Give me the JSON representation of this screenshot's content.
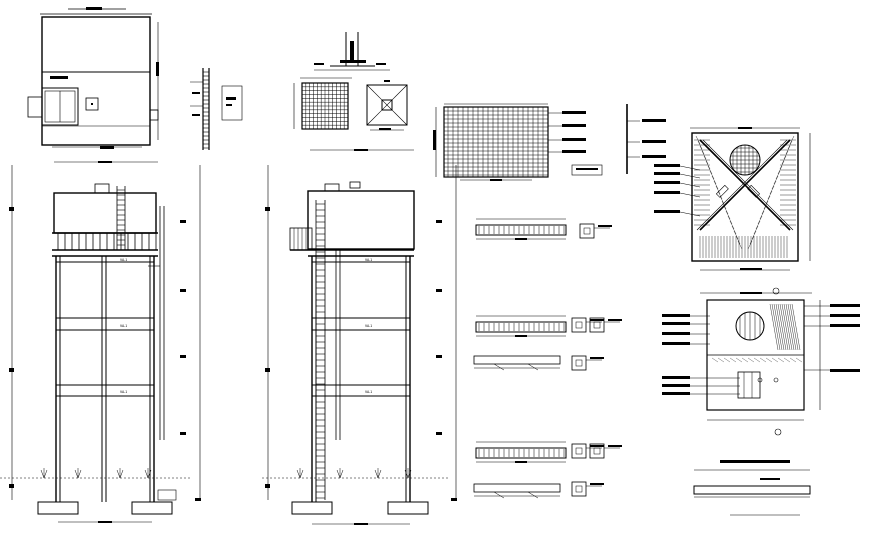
{
  "drawing": {
    "background": "#ffffff",
    "line_color": "#000000",
    "panels": [
      "tank-plan-top",
      "ladder-detail",
      "column-section",
      "slab-grid-plan",
      "footing-plan",
      "slab-reinforcement-mesh",
      "front-elevation",
      "side-elevation",
      "beam-sections",
      "roof-slab-plan",
      "bottom-slab-plan"
    ],
    "tags": {
      "beam_tag": "VA-1"
    }
  }
}
